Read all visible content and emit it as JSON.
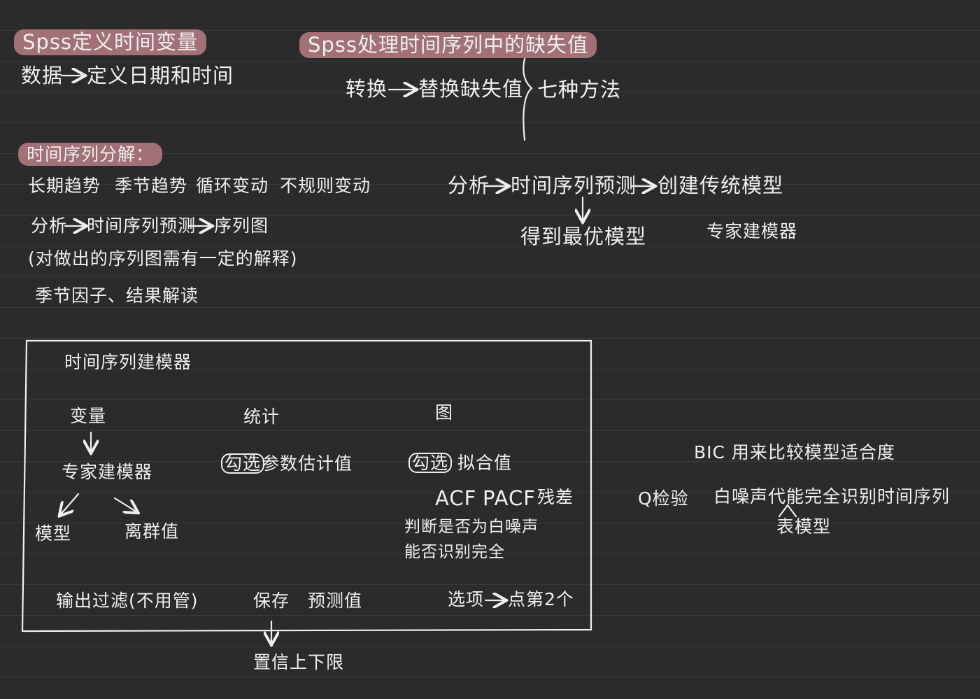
{
  "top_left": {
    "title": "Spss定义时间变量",
    "flow_from": "数据",
    "flow_to": "定义日期和时间"
  },
  "top_right": {
    "title": "Spss处理时间序列中的缺失值",
    "flow_from": "转换",
    "flow_to": "替换缺失值",
    "methods": "七种方法"
  },
  "decomp": {
    "title": "时间序列分解：",
    "components": [
      "长期趋势",
      "季节趋势",
      "循环变动",
      "不规则变动"
    ],
    "path": [
      "分析",
      "时间序列预测",
      "序列图"
    ],
    "note": "(对做出的序列图需有一定的解释)",
    "interpretation": "季节因子、结果解读"
  },
  "modeling": {
    "path": [
      "分析",
      "时间序列预测",
      "创建传统模型"
    ],
    "result": "得到最优模型",
    "expert": "专家建模器"
  },
  "box": {
    "title": "时间序列建模器",
    "col1": {
      "header": "变量",
      "expert": "专家建模器",
      "left": "模型",
      "right": "离群值"
    },
    "col2": {
      "header": "统计",
      "check": "勾选",
      "item": "参数估计值"
    },
    "col3": {
      "header": "图",
      "check": "勾选",
      "item": "拟合值",
      "acf": "ACF",
      "pacf": "PACF",
      "resid": "残差",
      "judge1": "判断是否为白噪声",
      "judge2": "能否识别完全"
    },
    "output_filter": "输出过滤(不用管)",
    "save": "保存",
    "save_item": "预测值",
    "options_from": "选项",
    "options_to": "点第2个"
  },
  "confidence": "置信上下限",
  "right_notes": {
    "bic": "BIC 用来比较模型适合度",
    "q_test": "Q检验",
    "white_noise_pre": "白噪声代",
    "white_noise_post": "能完全识别时间序列",
    "insert": "表模型"
  }
}
